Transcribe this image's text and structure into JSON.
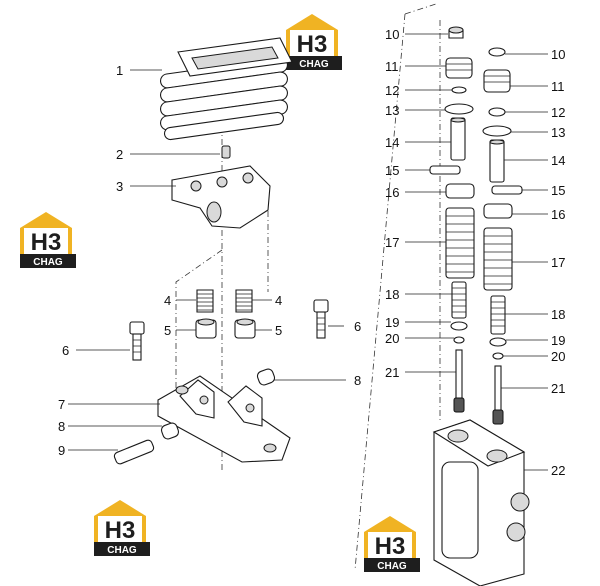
{
  "brand": {
    "logo_letters": "H3",
    "logo_word": "CHAG",
    "colors": {
      "gold": "#f0b323",
      "dark": "#1e1e1e",
      "white": "#ffffff"
    }
  },
  "callouts": {
    "c1": "1",
    "c2": "2",
    "c3": "3",
    "c4a": "4",
    "c4b": "4",
    "c5a": "5",
    "c5b": "5",
    "c6a": "6",
    "c6b": "6",
    "c7": "7",
    "c8a": "8",
    "c8b": "8",
    "c9": "9",
    "c10a": "10",
    "c10b": "10",
    "c11a": "11",
    "c11b": "11",
    "c12a": "12",
    "c12b": "12",
    "c13a": "13",
    "c13b": "13",
    "c14a": "14",
    "c14b": "14",
    "c15a": "15",
    "c15b": "15",
    "c16a": "16",
    "c16b": "16",
    "c17a": "17",
    "c17b": "17",
    "c18a": "18",
    "c18b": "18",
    "c19a": "19",
    "c19b": "19",
    "c20a": "20",
    "c20b": "20",
    "c21a": "21",
    "c21b": "21",
    "c22": "22"
  }
}
